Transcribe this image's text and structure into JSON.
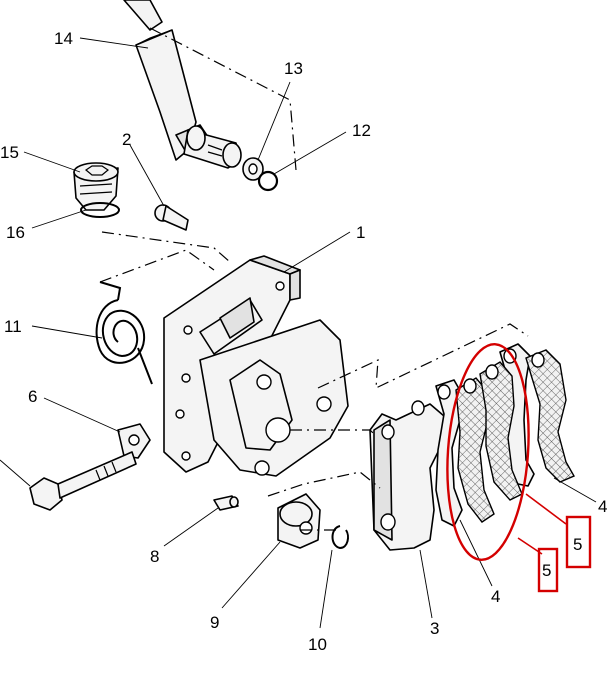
{
  "diagram": {
    "callouts": [
      {
        "id": "c1",
        "label": "1"
      },
      {
        "id": "c2",
        "label": "2"
      },
      {
        "id": "c3",
        "label": "3"
      },
      {
        "id": "c4a",
        "label": "4"
      },
      {
        "id": "c4b",
        "label": "4"
      },
      {
        "id": "c5a",
        "label": "5"
      },
      {
        "id": "c5b",
        "label": "5"
      },
      {
        "id": "c6",
        "label": "6"
      },
      {
        "id": "c8",
        "label": "8"
      },
      {
        "id": "c9",
        "label": "9"
      },
      {
        "id": "c10",
        "label": "10"
      },
      {
        "id": "c11",
        "label": "11"
      },
      {
        "id": "c12",
        "label": "12"
      },
      {
        "id": "c13",
        "label": "13"
      },
      {
        "id": "c14",
        "label": "14"
      },
      {
        "id": "c15",
        "label": "15"
      },
      {
        "id": "c16",
        "label": "16"
      }
    ],
    "highlight_color": "#d40000"
  }
}
